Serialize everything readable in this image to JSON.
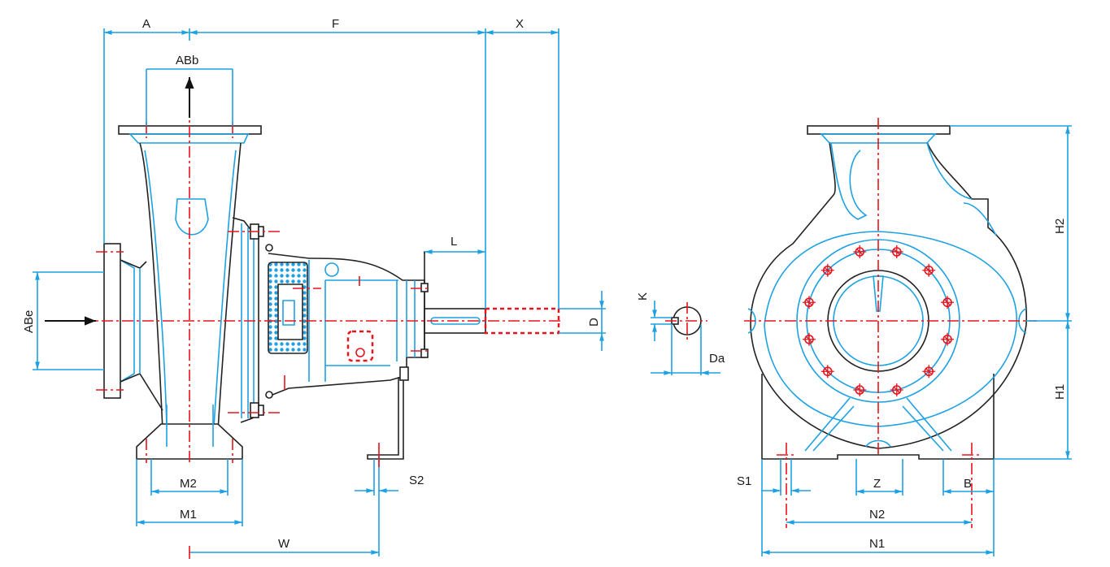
{
  "labels": {
    "A": "A",
    "F": "F",
    "X": "X",
    "ABb": "ABb",
    "ABe": "ABe",
    "L": "L",
    "K": "K",
    "D": "D",
    "Da": "Da",
    "M2": "M2",
    "M1": "M1",
    "S2": "S2",
    "W": "W",
    "H2": "H2",
    "H1": "H1",
    "S1": "S1",
    "Z": "Z",
    "B": "B",
    "N2": "N2",
    "N1": "N1"
  },
  "colors": {
    "dimension": "#1da1e2",
    "centerline": "#e8141c",
    "outline": "#222222"
  }
}
